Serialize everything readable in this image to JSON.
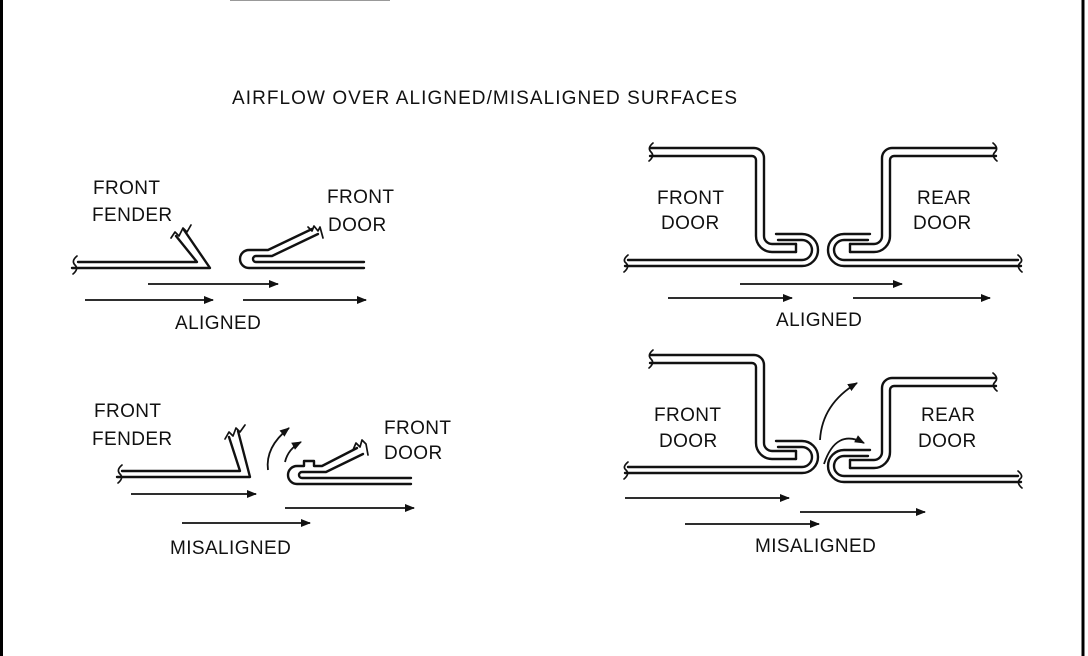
{
  "title": "AIRFLOW OVER ALIGNED/MISALIGNED SURFACES",
  "panels": {
    "fender_door_aligned": {
      "fender_label": [
        "FRONT",
        "FENDER"
      ],
      "door_label": [
        "FRONT",
        "DOOR"
      ],
      "caption": "ALIGNED"
    },
    "fender_door_misaligned": {
      "fender_label": [
        "FRONT",
        "FENDER"
      ],
      "door_label": [
        "FRONT",
        "DOOR"
      ],
      "caption": "MISALIGNED"
    },
    "front_rear_aligned": {
      "front_door_label": [
        "FRONT",
        "DOOR"
      ],
      "rear_door_label": [
        "REAR",
        "DOOR"
      ],
      "caption": "ALIGNED"
    },
    "front_rear_misaligned": {
      "front_door_label": [
        "FRONT",
        "DOOR"
      ],
      "rear_door_label": [
        "REAR",
        "DOOR"
      ],
      "caption": "MISALIGNED"
    }
  },
  "colors": {
    "ink": "#111111",
    "background": "#ffffff"
  }
}
